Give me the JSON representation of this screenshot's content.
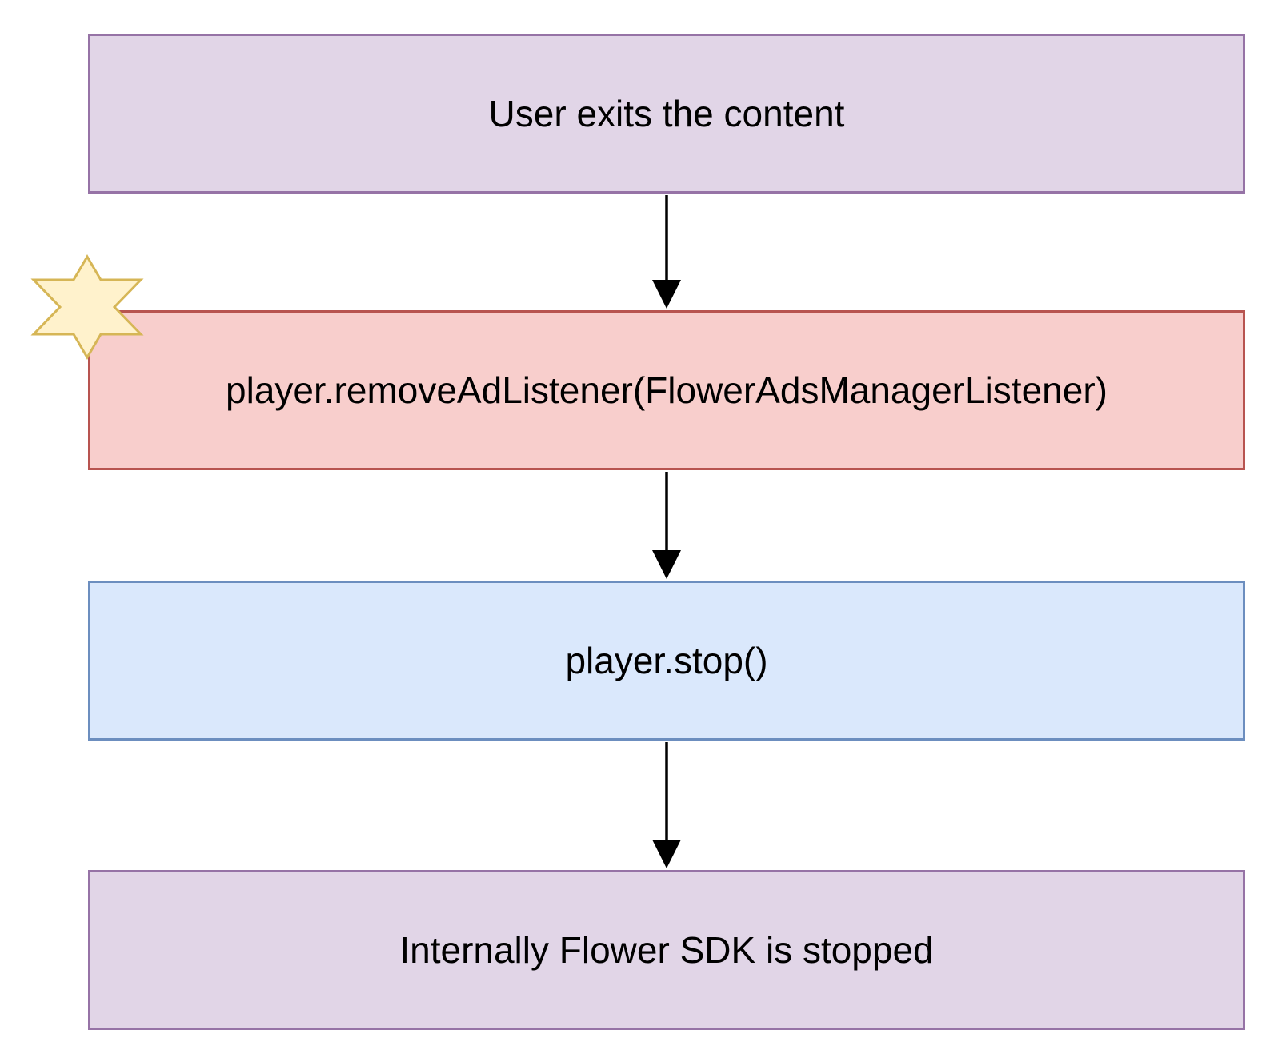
{
  "nodes": [
    {
      "id": "node-1",
      "label": "User exits the content",
      "fill": "#e1d5e7",
      "stroke": "#9673a6"
    },
    {
      "id": "node-2",
      "label": "player.removeAdListener(FlowerAdsManagerListener)",
      "fill": "#f8cecc",
      "stroke": "#b85450"
    },
    {
      "id": "node-3",
      "label": "player.stop()",
      "fill": "#dae8fc",
      "stroke": "#6c8ebf"
    },
    {
      "id": "node-4",
      "label": "Internally Flower SDK is stopped",
      "fill": "#e1d5e7",
      "stroke": "#9673a6"
    }
  ],
  "edges": [
    {
      "from": "node-1",
      "to": "node-2"
    },
    {
      "from": "node-2",
      "to": "node-3"
    },
    {
      "from": "node-3",
      "to": "node-4"
    }
  ],
  "marker": {
    "icon": "six-pointed-star-icon",
    "attached_to": "node-2",
    "fill": "#fff2cc",
    "stroke": "#d6b656"
  },
  "colors": {
    "arrow": "#000000",
    "background": "#ffffff"
  }
}
